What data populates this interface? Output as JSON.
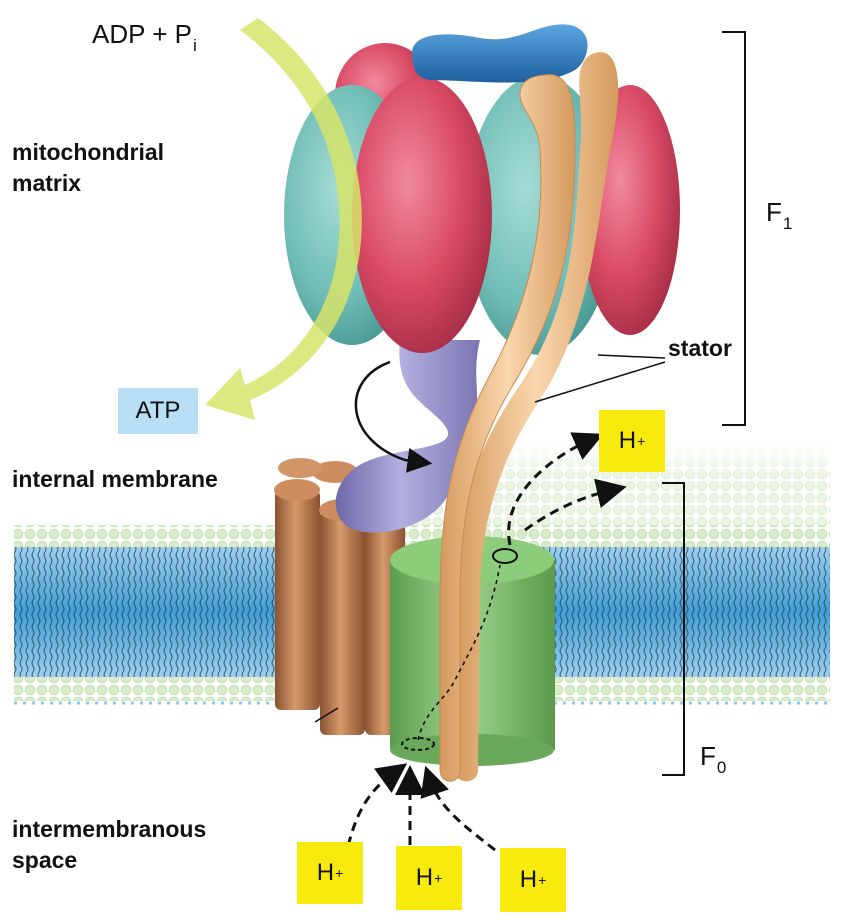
{
  "labels": {
    "adp": "ADP + P",
    "adp_sub": "i",
    "matrix_line1": "mitochondrial",
    "matrix_line2": "matrix",
    "atp": "ATP",
    "internal_membrane": "internal membrane",
    "intermembranous_line1": "intermembranous",
    "intermembranous_line2": "space",
    "stator": "stator",
    "f1": "F",
    "f1_sub": "1",
    "f0": "F",
    "f0_sub": "0"
  },
  "protons": {
    "base": "H",
    "charge": "+",
    "exit": {
      "label": "H",
      "charge": "+"
    },
    "entry": [
      {
        "label": "H",
        "charge": "+"
      },
      {
        "label": "H",
        "charge": "+"
      },
      {
        "label": "H",
        "charge": "+"
      }
    ]
  },
  "colors": {
    "alpha_subunit": "#6fbdb6",
    "beta_subunit": "#d94a64",
    "delta_subunit": "#2e7fc2",
    "gamma_stalk": "#8f8ac2",
    "stator": "#f0c08a",
    "c_ring": "#b97a50",
    "a_subunit": "#7bbf6b",
    "membrane_blue": "#3f9fd8",
    "membrane_head": "#d7ecc8",
    "proton_box": "#f7ea0c",
    "atp_box": "#b9dff6",
    "adp_arrow": "#d6e46a"
  }
}
